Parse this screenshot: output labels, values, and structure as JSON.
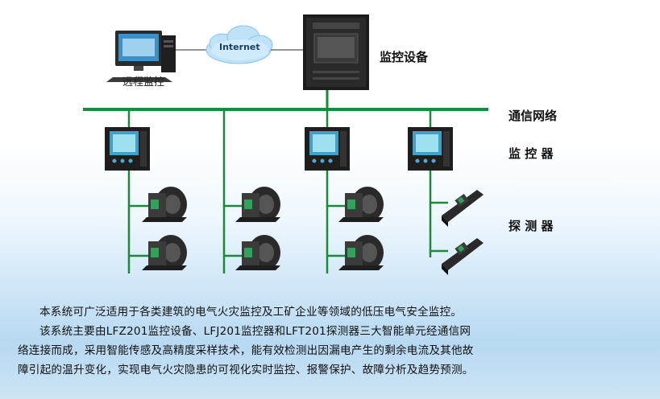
{
  "labels": {
    "remote": "远程监控",
    "internet": "Internet",
    "monitor_device": "监控设备",
    "network": "通信网络",
    "monitor": "监 控 器",
    "detector": "探 测 器"
  },
  "paragraphs": [
    "本系统可广泛适用于各类建筑的电气火灾监控及工矿企业等领域的低压电气安全监控。",
    "该系统主要由LFZ201监控设备、LFJ201监控器和LFT201探测器三大智能单元经通信网",
    "络连接而成，采用智能传感及高精度采样技术，能有效检测出因漏电产生的剩余电流及其他故",
    "障引起的温升变化，实现电气火灾隐患的可视化实时监控、报警保护、故障分析及趋势预测。"
  ],
  "colors": {
    "bus": "#1a8a3a",
    "device_dark": "#222222",
    "screen": "#3fa0c8"
  }
}
